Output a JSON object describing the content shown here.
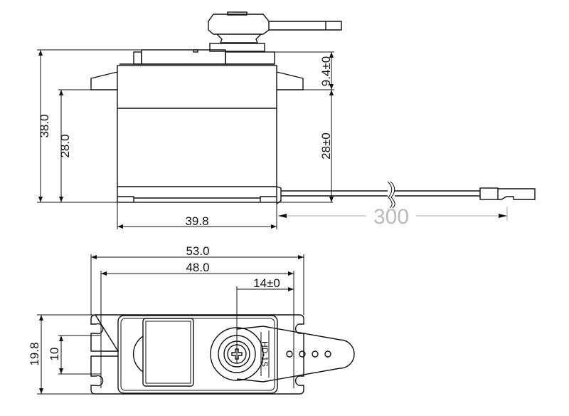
{
  "side_view": {
    "overall_height": "38.0",
    "body_height_left": "28.0",
    "flange_to_top": "9.4±0",
    "body_height_right": "28±0",
    "body_width": "39.8",
    "cable_length": "300"
  },
  "bottom_view": {
    "overall_length": "53.0",
    "mount_hole_spacing": "48.0",
    "shaft_offset": "14±0",
    "overall_width": "19.8",
    "hole_spacing": "10",
    "horn_label": "HD-1S"
  },
  "colors": {
    "line": "#111111",
    "cable_dimension": "#aaaaaa"
  }
}
